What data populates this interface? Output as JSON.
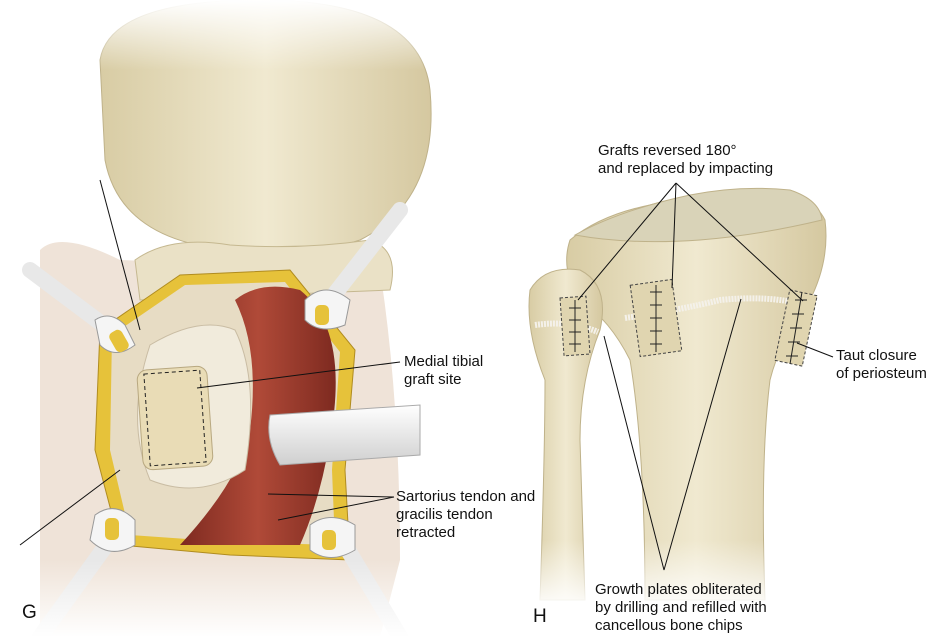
{
  "panels": {
    "left": "G",
    "right": "H"
  },
  "labels": {
    "medial_graft": [
      "Medial tibial",
      "graft site"
    ],
    "tendons": [
      "Sartorius tendon and",
      "gracilis tendon",
      "retracted"
    ],
    "grafts_reversed": [
      "Grafts reversed 180°",
      "and replaced by impacting"
    ],
    "taut_closure": [
      "Taut closure",
      "of periosteum"
    ],
    "growth_plates": [
      "Growth plates obliterated",
      "by drilling and refilled with",
      "cancellous bone chips"
    ]
  },
  "colors": {
    "bone": "#e8dfbf",
    "bone_shadow": "#cfc29a",
    "fat": "#e6c23a",
    "muscle": "#9c3a2c",
    "instrument": "#f2f2f2"
  }
}
